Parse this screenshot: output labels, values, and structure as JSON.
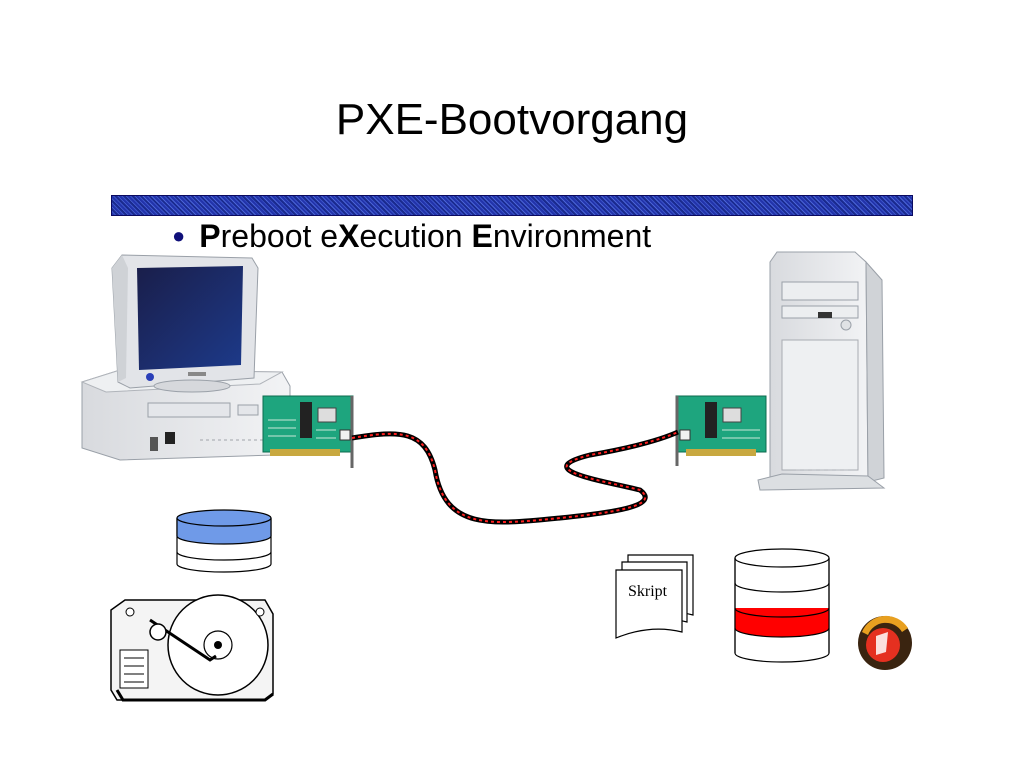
{
  "slide": {
    "title": "PXE-Bootvorgang",
    "bullet": [
      {
        "text": "P",
        "bold": true
      },
      {
        "text": "reboot e",
        "bold": false
      },
      {
        "text": "X",
        "bold": true
      },
      {
        "text": "ecution ",
        "bold": false
      },
      {
        "text": "E",
        "bold": true
      },
      {
        "text": "nvironment",
        "bold": false
      }
    ]
  },
  "diagram": {
    "script_label": "Skript",
    "colors": {
      "client_disk_top": "#6f9ae8",
      "server_disk_band": "#ff0000",
      "nic_board": "#1ea57e",
      "cable_core": "#000000",
      "cable_trace": "#ff2020",
      "title_bar": "#2a3fb8"
    },
    "icons": [
      "client-computer-icon",
      "network-card-icon",
      "server-tower-icon",
      "database-icon",
      "hard-disk-icon",
      "script-document-icon",
      "logo-badge-icon"
    ]
  }
}
